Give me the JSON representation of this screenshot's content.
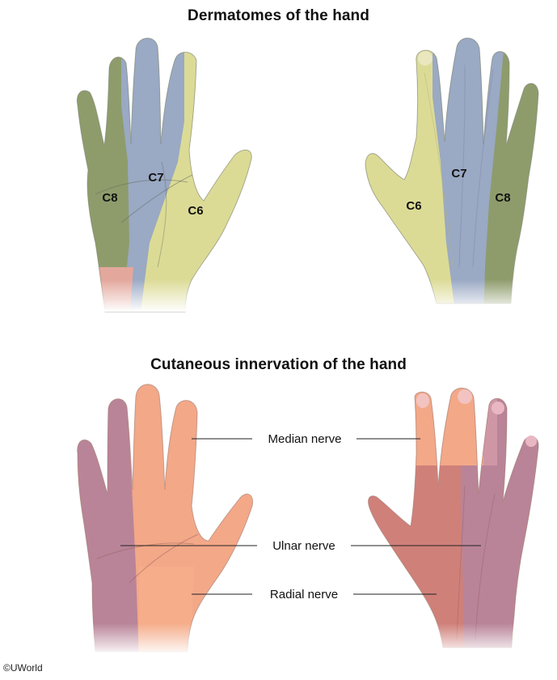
{
  "titles": {
    "dermatomes": "Dermatomes of the hand",
    "cutaneous": "Cutaneous innervation of the hand"
  },
  "dermatome_labels": {
    "palm": [
      "C8",
      "C7",
      "C6"
    ],
    "dorsum": [
      "C6",
      "C7",
      "C8"
    ]
  },
  "nerve_labels": {
    "median": "Median nerve",
    "ulnar": "Ulnar nerve",
    "radial": "Radial nerve"
  },
  "credit": "©UWorld",
  "colors": {
    "c6": "#dcdb96",
    "c7": "#9aa9c4",
    "c8": "#8e9c6c",
    "forearm_skin": "#e3a79c",
    "median": "#f3a888",
    "ulnar": "#b98498",
    "radial": "#cf8079",
    "nail": "#f2c3c0"
  }
}
